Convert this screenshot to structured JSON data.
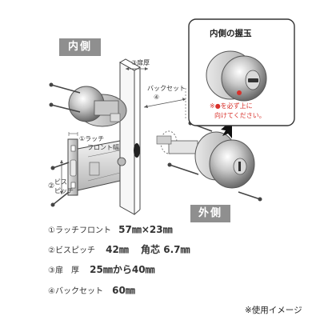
{
  "labels": {
    "inner": "内側",
    "outer": "外側",
    "inset_title": "内側の握玉",
    "inset_note_line1": "※●を必ず上に",
    "inset_note_line2": "向けてください。",
    "thickness": "③扉厚",
    "backset": "バックセット",
    "backset_num": "④",
    "latch_front_line1": "①ラッチ",
    "latch_front_line2": "フロント幅",
    "screw_pitch_num": "②",
    "screw_pitch_line1": "ビス",
    "screw_pitch_line2": "ピッチ"
  },
  "specs": [
    {
      "num": "①",
      "name": "ラッチフロント",
      "value": "57㎜×23㎜",
      "extra": ""
    },
    {
      "num": "②",
      "name": "ビスピッチ",
      "value": "42㎜",
      "extra": "角芯 6.7㎜"
    },
    {
      "num": "③",
      "name": "扉　厚",
      "value": "25㎜から40㎜",
      "extra": ""
    },
    {
      "num": "④",
      "name": "バックセット",
      "value": "60㎜",
      "extra": ""
    }
  ],
  "caption": "※使用イメージ",
  "colors": {
    "tag_bg": "#8f8f8f",
    "accent_red": "#d8312b",
    "line": "#555555"
  }
}
